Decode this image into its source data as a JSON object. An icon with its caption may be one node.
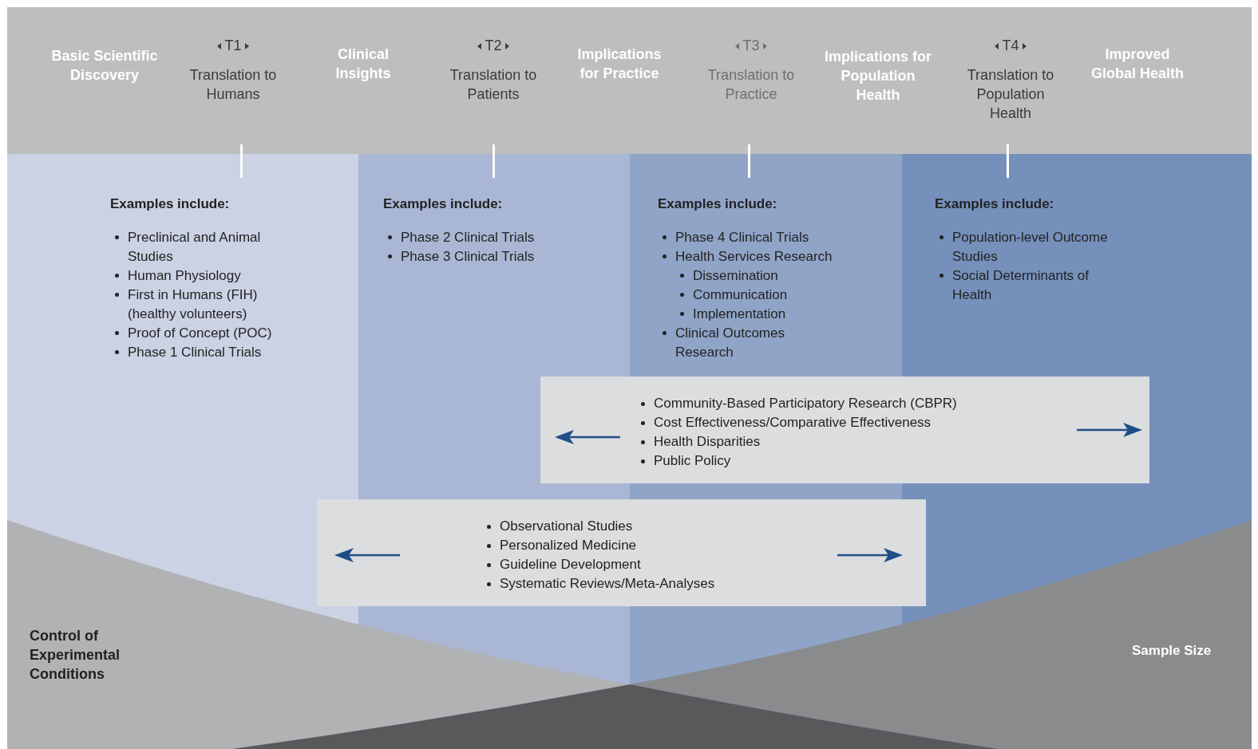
{
  "diagram": {
    "nodes": [
      {
        "text": [
          "Examples include:",
          "Preclinical and Animal Studies",
          "Human Physiology",
          "First in Humans (FIH) (healthy volunteers)",
          "Proof of Concept (POC)",
          "Phase 1 Clinical Trials"
        ]
      },
      {
        "text": [
          "Examples include:",
          "Phase 2 Clinical Trials",
          "Phase 3 Clinical Trials"
        ]
      },
      {
        "text": [
          "Examples include:",
          "Phase 4 Clinical Trials",
          "Health Services Research",
          "Dissemination",
          "Communication",
          "Implementation",
          "Clinical Outcomes Research"
        ]
      },
      {
        "text": [
          "Examples include:",
          "Population-level Outcome Studies",
          "Social Determinants of Health"
        ]
      },
      {
        "text": [
          "Community-Based Participatory Research (CBPR)",
          "Cost Effectiveness/Comparative Effectiveness",
          "Health Disparities",
          "Public Policy"
        ]
      },
      {
        "text": [
          "Observational Studies",
          "Personalized Medicine",
          "Guideline Development",
          "Systematic Reviews/Meta-Analyses"
        ]
      }
    ],
    "edges": [],
    "labels": [
      "Basic Scientific Discovery",
      "T1",
      "Translation to Humans",
      "Clinical Insights",
      "T2",
      "Translation to Patients",
      "Implications for Practice",
      "T3",
      "Translation to Practice",
      "Implications for Population Health",
      "T4",
      "Translation to Population Health",
      "Improved Global Health",
      "Control of Experimental Conditions",
      "Sample Size"
    ]
  }
}
